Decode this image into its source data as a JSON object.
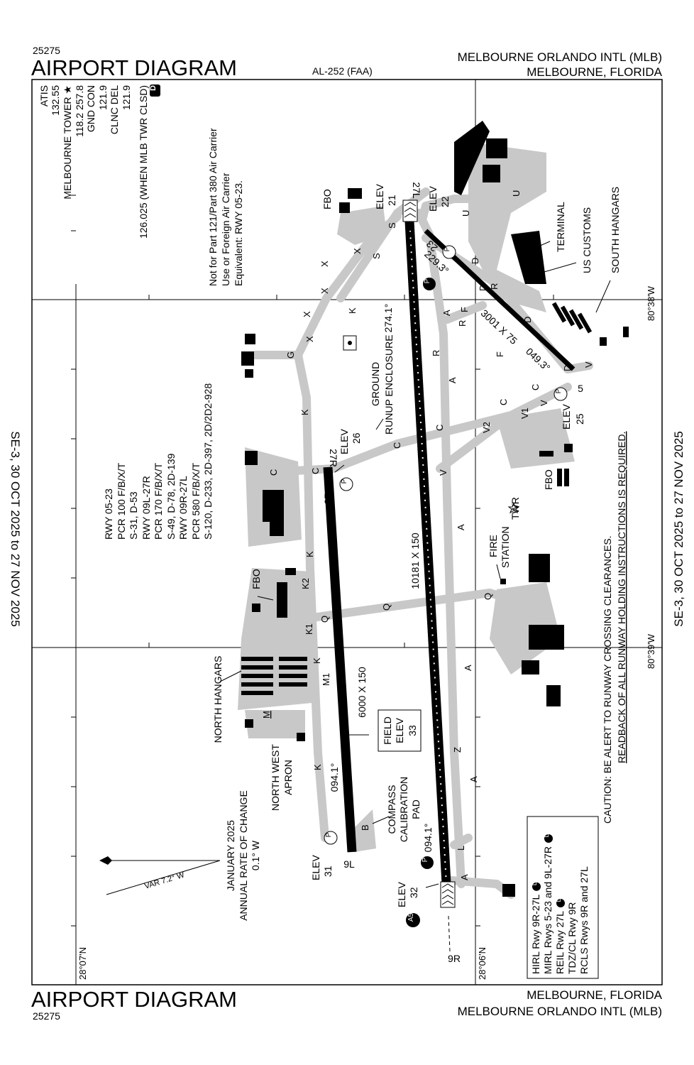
{
  "header": {
    "chart_number": "25275",
    "title": "AIRPORT DIAGRAM",
    "procedure_id": "AL-252 (FAA)",
    "airport_name": "MELBOURNE ORLANDO INTL (MLB)",
    "city_state": "MELBOURNE, FLORIDA"
  },
  "footer": {
    "chart_number": "25275",
    "title": "AIRPORT DIAGRAM",
    "airport_name": "MELBOURNE ORLANDO INTL (MLB)",
    "city_state": "MELBOURNE, FLORIDA"
  },
  "effective_dates": "SE-3,  30 OCT 2025  to  27 NOV 2025",
  "frequencies": {
    "lines": [
      "ATIS",
      "132.55",
      "MELBOURNE TOWER ★",
      "118.2  257.8",
      "GND CON",
      "121.9",
      "CLNC DEL",
      "121.9",
      "126.025 (WHEN MLB TWR CLSD)"
    ],
    "datalink_badge": "D"
  },
  "notes": [
    "Not for Part 121/Part 380 Air Carrier",
    "Use or Foreign Air Carrier",
    "Equivalent: RWY 05-23."
  ],
  "runway_info": [
    "RWY 05-23",
    "PCR 100 F/B/X/T",
    "S-31, D-53",
    "RWY 09L-27R",
    "PCR 170 F/B/X/T",
    "S-49, D-78, 2D-139",
    "RWY 09R-27L",
    "PCR 580 F/B/X/T",
    "S-120, D-233, 2D-397, 2D/2D2-928"
  ],
  "variation": {
    "date": "JANUARY 2025",
    "label": "ANNUAL RATE OF CHANGE",
    "rate": "0.1° W",
    "var": "VAR 7.2°  W"
  },
  "caution": {
    "line1": "CAUTION: BE ALERT TO RUNWAY CROSSING CLEARANCES.",
    "line2": "READBACK OF ALL RUNWAY HOLDING INSTRUCTIONS IS REQUIRED."
  },
  "lighting_legend": [
    "HIRL Rwy 9R-27L",
    "MIRL Rwys 5-23 and 9L-27R",
    "REIL Rwy 27L",
    "TDZ/CL Rwy 9R",
    "RCLS Rwys 9R and 27L"
  ],
  "lighting_badge": "L",
  "coordinates": {
    "lon1": "80°38'W",
    "lon2": "80°39'W",
    "lat1": "28°07'N",
    "lat2": "28°06'N"
  },
  "runways": {
    "r27l": "27L",
    "r9r": "9R",
    "r27r": "27R",
    "r9l": "9L",
    "r5": "5",
    "r23": "23",
    "main_dims": "10181 X 150",
    "north_dims": "6000 X 150",
    "diag_dims": "3001 X 75",
    "hdg_274_a": "274.1°",
    "hdg_274_b": "274.1°",
    "hdg_094_a": "094.1°",
    "hdg_094_b": "094.1°",
    "hdg_049": "049.3°",
    "hdg_229": "229.3°"
  },
  "elevations": {
    "elev_label": "ELEV",
    "e21": "21",
    "e22": "22",
    "e26": "26",
    "e31": "31",
    "e32": "32",
    "e25": "25",
    "field": [
      "FIELD",
      "ELEV",
      "33"
    ]
  },
  "facilities": {
    "fbo_a": "FBO",
    "fbo_b": "FBO",
    "fbo_c": "FBO",
    "ground_runup": [
      "GROUND",
      "RUNUP ENCLOSURE"
    ],
    "north_hangars": "NORTH HANGARS",
    "nw_apron": [
      "NORTH WEST",
      "APRON"
    ],
    "compass": [
      "COMPASS",
      "CALIBRATION",
      "PAD"
    ],
    "fire": [
      "FIRE",
      "STATION"
    ],
    "twr": "TWR",
    "terminal": "TERMINAL",
    "customs": "US CUSTOMS",
    "south_hangars": "SOUTH HANGARS",
    "parking": "P",
    "hotspot": "A5"
  },
  "taxiways": [
    "S",
    "X",
    "X",
    "X",
    "X",
    "X",
    "K",
    "K",
    "K",
    "K",
    "K",
    "G",
    "C",
    "C",
    "C",
    "C",
    "C",
    "C",
    "K2",
    "K1",
    "Q",
    "Q",
    "Q",
    "M1",
    "M",
    "A",
    "A",
    "A",
    "A",
    "A",
    "A",
    "R",
    "R",
    "R",
    "V",
    "V",
    "V",
    "V1",
    "V2",
    "U",
    "U",
    "D",
    "D",
    "D",
    "D",
    "F",
    "F",
    "L",
    "B",
    "Z",
    "S"
  ]
}
